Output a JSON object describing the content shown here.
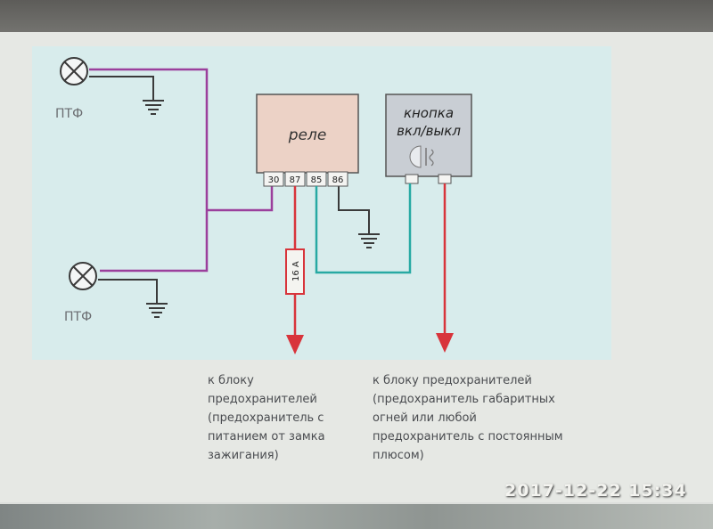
{
  "diagram": {
    "lamp_top_label": "ПТФ",
    "lamp_bottom_label": "ПТФ",
    "relay_label": "реле",
    "relay_pins": [
      "30",
      "87",
      "85",
      "86"
    ],
    "button_label_line1": "кнопка",
    "button_label_line2": "вкл/выкл",
    "fuse_label": "16 А"
  },
  "captions": {
    "left": "к блоку\nпредохранителей\n(предохранитель с\nпитанием от замка\nзажигания)",
    "right": "к блоку предохранителей\n(предохранитель габаритных\nогней или любой\nпредохранитель с постоянным\nплюсом)"
  },
  "photo": {
    "timestamp": "2017-12-22  15:34"
  },
  "colors": {
    "wire_purple": "#9b3f9c",
    "wire_red": "#d8343b",
    "wire_teal": "#27a9a3",
    "wire_ground": "#3a3a3a",
    "relay_fill": "#ecd2c6",
    "button_fill": "#c9ced4"
  }
}
